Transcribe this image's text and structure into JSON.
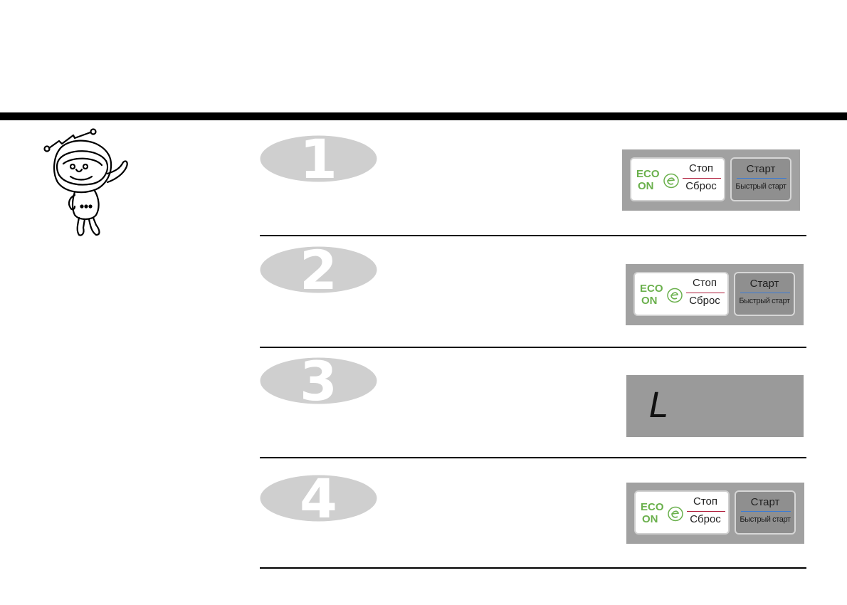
{
  "steps": [
    {
      "number": "1",
      "panel": {
        "eco_top": "ECO",
        "eco_bottom": "ON",
        "stop": "Стоп",
        "reset": "Сброс",
        "start": "Старт",
        "quick_start": "Быстрый старт"
      }
    },
    {
      "number": "2",
      "panel": {
        "eco_top": "ECO",
        "eco_bottom": "ON",
        "stop": "Стоп",
        "reset": "Сброс",
        "start": "Старт",
        "quick_start": "Быстрый старт"
      }
    },
    {
      "number": "3",
      "display": {
        "text": "L"
      }
    },
    {
      "number": "4",
      "panel": {
        "eco_top": "ECO",
        "eco_bottom": "ON",
        "stop": "Стоп",
        "reset": "Сброс",
        "start": "Старт",
        "quick_start": "Быстрый старт"
      }
    }
  ],
  "colors": {
    "eco_green": "#6ab04c",
    "badge_gray": "#cfcfcf",
    "panel_gray": "#a1a1a1",
    "stop_line": "#b01c3a",
    "start_line": "#3a7bd5"
  }
}
